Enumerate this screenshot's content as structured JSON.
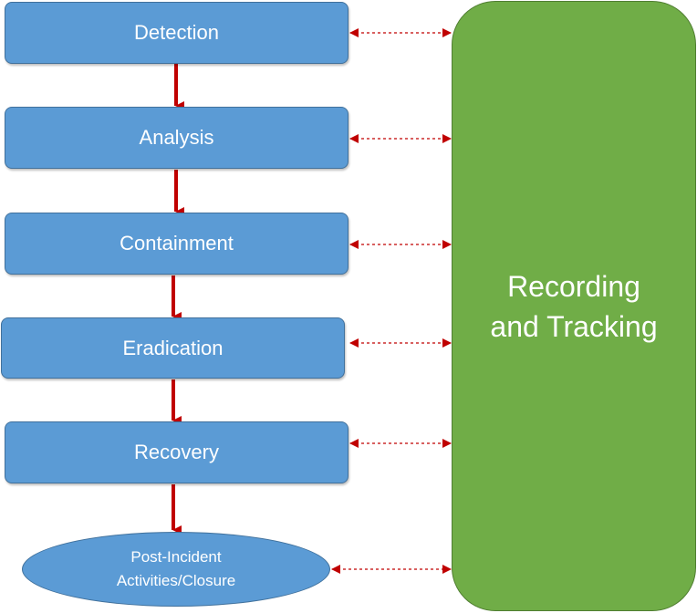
{
  "steps": {
    "detection": "Detection",
    "analysis": "Analysis",
    "containment": "Containment",
    "eradication": "Eradication",
    "recovery": "Recovery",
    "post_incident_line1": "Post-Incident",
    "post_incident_line2": "Activities/Closure"
  },
  "side_panel": {
    "line1": "Recording",
    "line2": "and Tracking"
  },
  "colors": {
    "step_fill": "#5b9bd5",
    "side_fill": "#70ad47",
    "arrow": "#c00000"
  }
}
